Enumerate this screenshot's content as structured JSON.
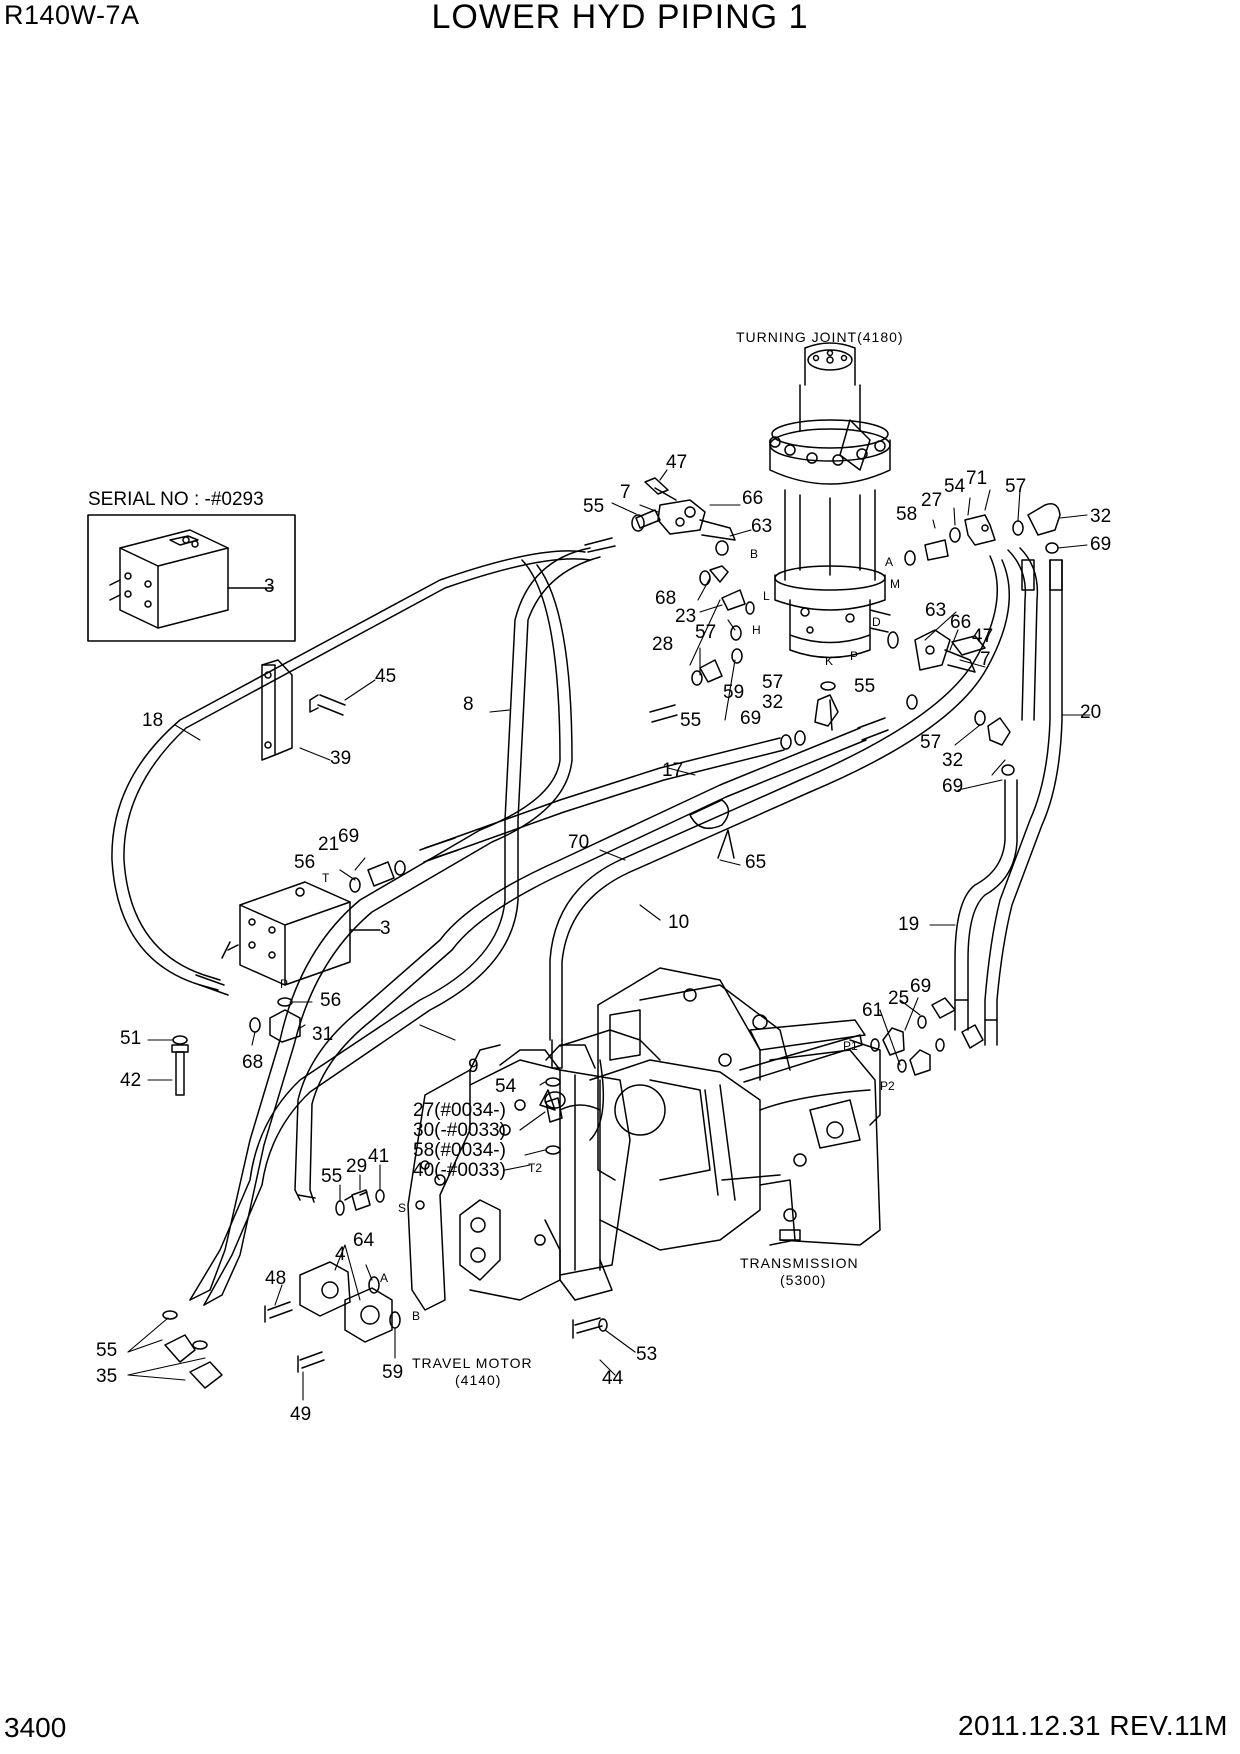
{
  "header": {
    "model": "R140W-7A",
    "title": "LOWER HYD PIPING 1"
  },
  "footer": {
    "page_number": "3400",
    "date_revision": "2011.12.31  REV.11M"
  },
  "serial_box": {
    "label": "SERIAL NO : -#0293",
    "part": "3"
  },
  "captions": {
    "turning_joint": "TURNING JOINT(4180)",
    "transmission": "TRANSMISSION",
    "transmission_code": "(5300)",
    "travel_motor": "TRAVEL MOTOR",
    "travel_motor_code": "(4140)"
  },
  "part_labels": [
    {
      "id": "p47a",
      "text": "47"
    },
    {
      "id": "p7a",
      "text": "7"
    },
    {
      "id": "p55a",
      "text": "55"
    },
    {
      "id": "p66a",
      "text": "66"
    },
    {
      "id": "p63a",
      "text": "63"
    },
    {
      "id": "p58a",
      "text": "58"
    },
    {
      "id": "p27a",
      "text": "27"
    },
    {
      "id": "p54a",
      "text": "54"
    },
    {
      "id": "p71",
      "text": "71"
    },
    {
      "id": "p57a",
      "text": "57"
    },
    {
      "id": "p32a",
      "text": "32"
    },
    {
      "id": "p69a",
      "text": "69"
    },
    {
      "id": "p3a",
      "text": "3"
    },
    {
      "id": "p68a",
      "text": "68"
    },
    {
      "id": "p23",
      "text": "23"
    },
    {
      "id": "p57b",
      "text": "57"
    },
    {
      "id": "p63b",
      "text": "63"
    },
    {
      "id": "p66b",
      "text": "66"
    },
    {
      "id": "p47b",
      "text": "47"
    },
    {
      "id": "p7b",
      "text": "7"
    },
    {
      "id": "p28",
      "text": "28"
    },
    {
      "id": "p59a",
      "text": "59"
    },
    {
      "id": "p55b",
      "text": "55"
    },
    {
      "id": "p57c",
      "text": "57"
    },
    {
      "id": "p32b",
      "text": "32"
    },
    {
      "id": "p69b",
      "text": "69"
    },
    {
      "id": "p55c",
      "text": "55"
    },
    {
      "id": "p57d",
      "text": "57"
    },
    {
      "id": "p32c",
      "text": "32"
    },
    {
      "id": "p69c",
      "text": "69"
    },
    {
      "id": "p20",
      "text": "20"
    },
    {
      "id": "p45",
      "text": "45"
    },
    {
      "id": "p18",
      "text": "18"
    },
    {
      "id": "p8",
      "text": "8"
    },
    {
      "id": "p39",
      "text": "39"
    },
    {
      "id": "p17",
      "text": "17"
    },
    {
      "id": "p70",
      "text": "70"
    },
    {
      "id": "p65",
      "text": "65"
    },
    {
      "id": "p21",
      "text": "21"
    },
    {
      "id": "p69d",
      "text": "69"
    },
    {
      "id": "p56a",
      "text": "56"
    },
    {
      "id": "p3b",
      "text": "3"
    },
    {
      "id": "p10",
      "text": "10"
    },
    {
      "id": "p19",
      "text": "19"
    },
    {
      "id": "p56b",
      "text": "56"
    },
    {
      "id": "p51",
      "text": "51"
    },
    {
      "id": "p68b",
      "text": "68"
    },
    {
      "id": "p31",
      "text": "31"
    },
    {
      "id": "p42",
      "text": "42"
    },
    {
      "id": "p9",
      "text": "9"
    },
    {
      "id": "p25",
      "text": "25"
    },
    {
      "id": "p69e",
      "text": "69"
    },
    {
      "id": "p61",
      "text": "61"
    },
    {
      "id": "p54b",
      "text": "54"
    },
    {
      "id": "p27b",
      "text": "27(#0034-)"
    },
    {
      "id": "p30",
      "text": "30(-#0033)"
    },
    {
      "id": "p58b",
      "text": "58(#0034-)"
    },
    {
      "id": "p40",
      "text": "40(-#0033)"
    },
    {
      "id": "p41",
      "text": "41"
    },
    {
      "id": "p29",
      "text": "29"
    },
    {
      "id": "p55d",
      "text": "55"
    },
    {
      "id": "p64",
      "text": "64"
    },
    {
      "id": "p4",
      "text": "4"
    },
    {
      "id": "p48",
      "text": "48"
    },
    {
      "id": "p55e",
      "text": "55"
    },
    {
      "id": "p35",
      "text": "35"
    },
    {
      "id": "p59b",
      "text": "59"
    },
    {
      "id": "p49",
      "text": "49"
    },
    {
      "id": "p44",
      "text": "44"
    },
    {
      "id": "p53",
      "text": "53"
    }
  ],
  "port_labels": [
    {
      "id": "tB",
      "text": "B"
    },
    {
      "id": "tA",
      "text": "A"
    },
    {
      "id": "tM",
      "text": "M"
    },
    {
      "id": "tL",
      "text": "L"
    },
    {
      "id": "tH",
      "text": "H"
    },
    {
      "id": "tD",
      "text": "D"
    },
    {
      "id": "tK",
      "text": "K"
    },
    {
      "id": "tP",
      "text": "P"
    },
    {
      "id": "tT",
      "text": "T"
    },
    {
      "id": "tP3",
      "text": "P"
    },
    {
      "id": "tP1",
      "text": "P1"
    },
    {
      "id": "tP2",
      "text": "P2"
    },
    {
      "id": "tT2",
      "text": "T2"
    },
    {
      "id": "tS",
      "text": "S"
    },
    {
      "id": "tAm",
      "text": "A"
    },
    {
      "id": "tBm",
      "text": "B"
    }
  ]
}
